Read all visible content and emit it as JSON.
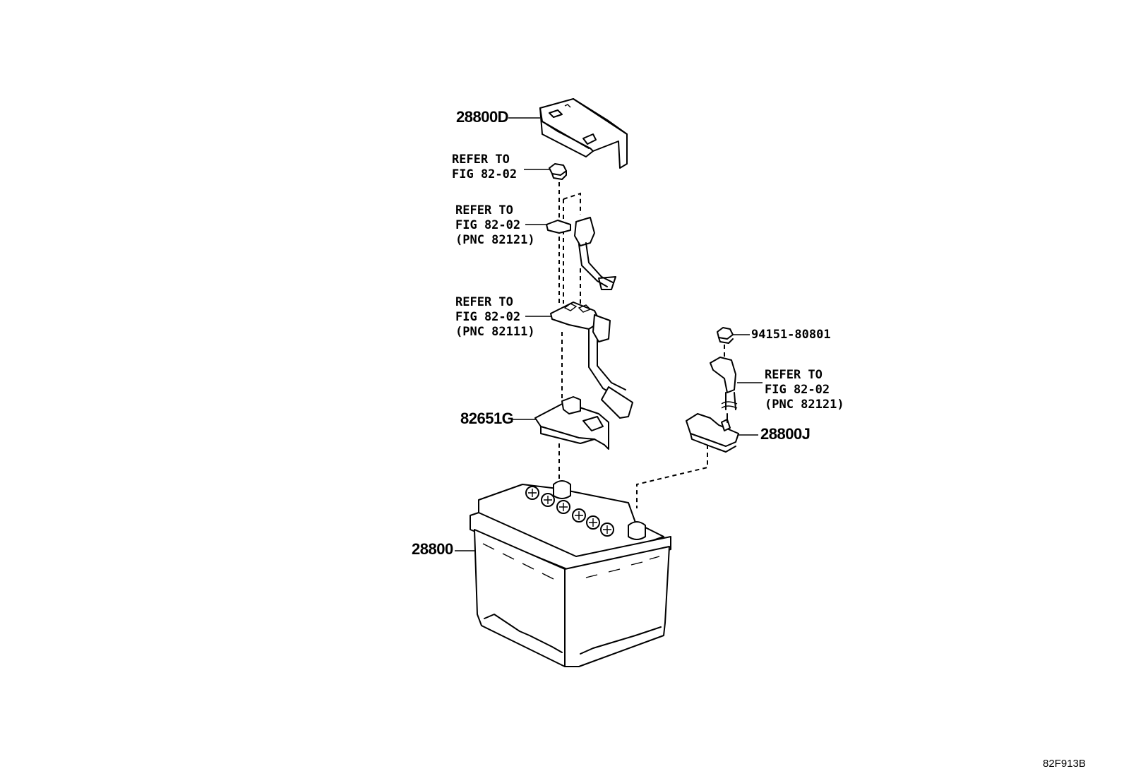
{
  "labels": {
    "cover": "28800D",
    "nut_ref": "REFER TO\nFIG 82-02",
    "upper_ref": "REFER TO\nFIG 82-02\n(PNC 82121)",
    "middle_ref": "REFER TO\nFIG 82-02\n(PNC 82111)",
    "bracket": "82651G",
    "battery": "28800",
    "nut_part": "94151-80801",
    "right_ref": "REFER TO\nFIG 82-02\n(PNC 82121)",
    "terminal": "28800J",
    "figure_code": "82F913B"
  }
}
